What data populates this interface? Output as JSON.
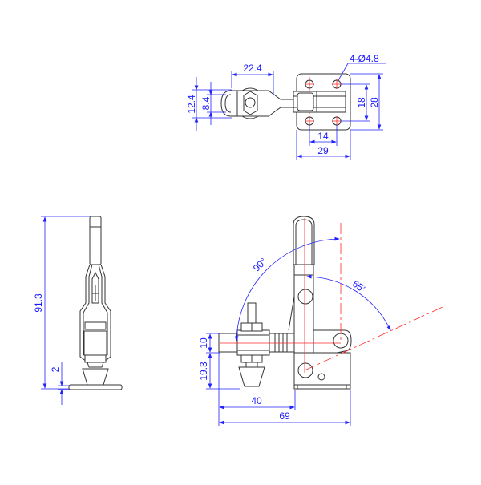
{
  "title": "Vertical toggle clamp dimension drawing",
  "top_view": {
    "dim_spindle_span": "22.4",
    "dim_arm_width_outer": "12.4",
    "dim_arm_width_inner": "8.4",
    "dim_hole_note": "4-Ø4.8",
    "dim_hole_spacing_v": "18",
    "dim_base_height": "28",
    "dim_hole_spacing_h": "14",
    "dim_base_width": "29"
  },
  "front_view": {
    "dim_open_angle": "90°",
    "dim_handle_angle": "65°",
    "dim_arm_thickness": "10",
    "dim_arm_height": "19.3",
    "dim_reach": "40",
    "dim_total_length": "69"
  },
  "side_view": {
    "dim_total_height": "91.3",
    "dim_base_thickness": "2"
  },
  "colors": {
    "outline": "#333333",
    "dimension": "#2222ff",
    "centerline": "#ff2a2a"
  }
}
